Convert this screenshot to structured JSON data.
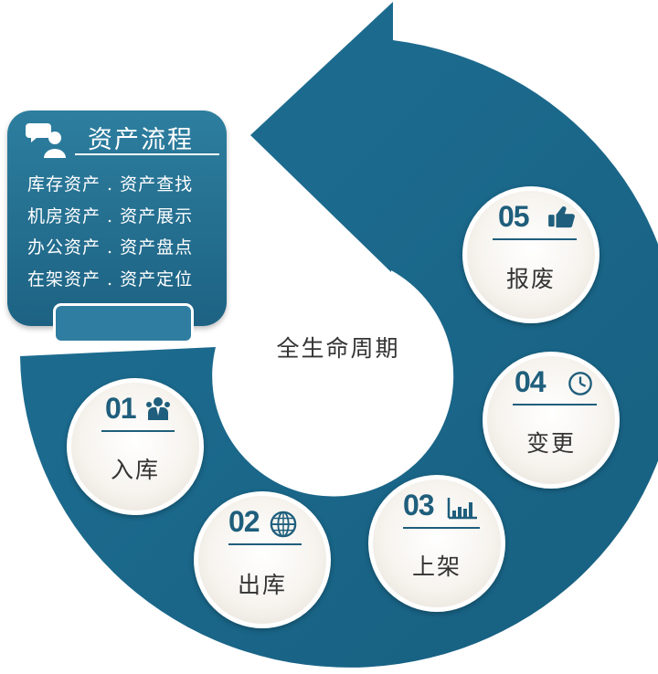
{
  "info_card": {
    "title": "资产流程",
    "lines": [
      "库存资产 . 资产查找",
      "机房资产 . 资产展示",
      "办公资产 . 资产盘点",
      "在架资产 . 资产定位"
    ],
    "icon": "user-chat-icon"
  },
  "center_label": "全生命周期",
  "steps": [
    {
      "number": "01",
      "label": "入库",
      "icon": "people-icon"
    },
    {
      "number": "02",
      "label": "出库",
      "icon": "globe-icon"
    },
    {
      "number": "03",
      "label": "上架",
      "icon": "bar-chart-icon"
    },
    {
      "number": "04",
      "label": "变更",
      "icon": "clock-icon"
    },
    {
      "number": "05",
      "label": "报废",
      "icon": "thumbs-up-icon"
    }
  ],
  "colors": {
    "arrow": "#1b6a8d",
    "number_text": "#1f5e7c",
    "card": "#236f93"
  }
}
